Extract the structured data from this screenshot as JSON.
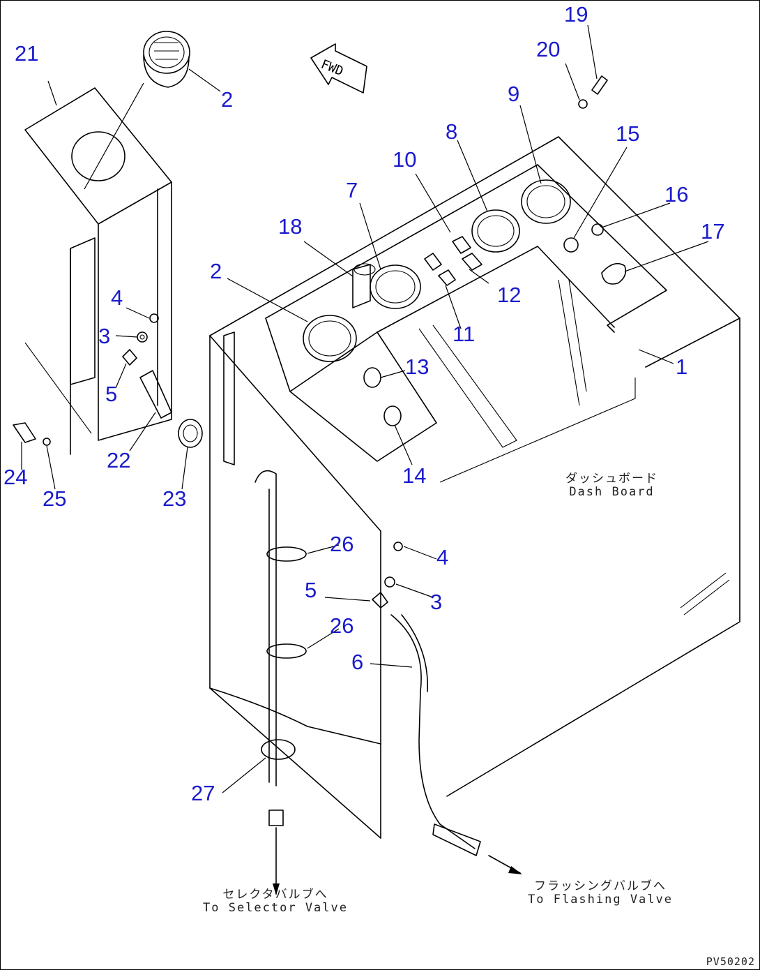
{
  "callouts": [
    {
      "id": "21",
      "text": "21"
    },
    {
      "id": "2a",
      "text": "2"
    },
    {
      "id": "19",
      "text": "19"
    },
    {
      "id": "20",
      "text": "20"
    },
    {
      "id": "9",
      "text": "9"
    },
    {
      "id": "8",
      "text": "8"
    },
    {
      "id": "15",
      "text": "15"
    },
    {
      "id": "10",
      "text": "10"
    },
    {
      "id": "16",
      "text": "16"
    },
    {
      "id": "7",
      "text": "7"
    },
    {
      "id": "17",
      "text": "17"
    },
    {
      "id": "18",
      "text": "18"
    },
    {
      "id": "2b",
      "text": "2"
    },
    {
      "id": "12",
      "text": "12"
    },
    {
      "id": "4a",
      "text": "4"
    },
    {
      "id": "3a",
      "text": "3"
    },
    {
      "id": "11",
      "text": "11"
    },
    {
      "id": "1",
      "text": "1"
    },
    {
      "id": "13",
      "text": "13"
    },
    {
      "id": "5a",
      "text": "5"
    },
    {
      "id": "22",
      "text": "22"
    },
    {
      "id": "14",
      "text": "14"
    },
    {
      "id": "24",
      "text": "24"
    },
    {
      "id": "25",
      "text": "25"
    },
    {
      "id": "23",
      "text": "23"
    },
    {
      "id": "26a",
      "text": "26"
    },
    {
      "id": "4b",
      "text": "4"
    },
    {
      "id": "5b",
      "text": "5"
    },
    {
      "id": "3b",
      "text": "3"
    },
    {
      "id": "26b",
      "text": "26"
    },
    {
      "id": "6",
      "text": "6"
    },
    {
      "id": "27",
      "text": "27"
    }
  ],
  "labels": {
    "dash_jp": "ダッシュボード",
    "dash_en": "Dash Board",
    "selector_jp": "セレクタバルブへ",
    "selector_en": "To Selector Valve",
    "flushing_jp": "フラッシングバルブへ",
    "flushing_en": "To Flashing Valve",
    "fwd": "FWD",
    "drawing_code": "PV50202"
  },
  "colors": {
    "callout": "#1a1acc",
    "line": "#000000"
  }
}
